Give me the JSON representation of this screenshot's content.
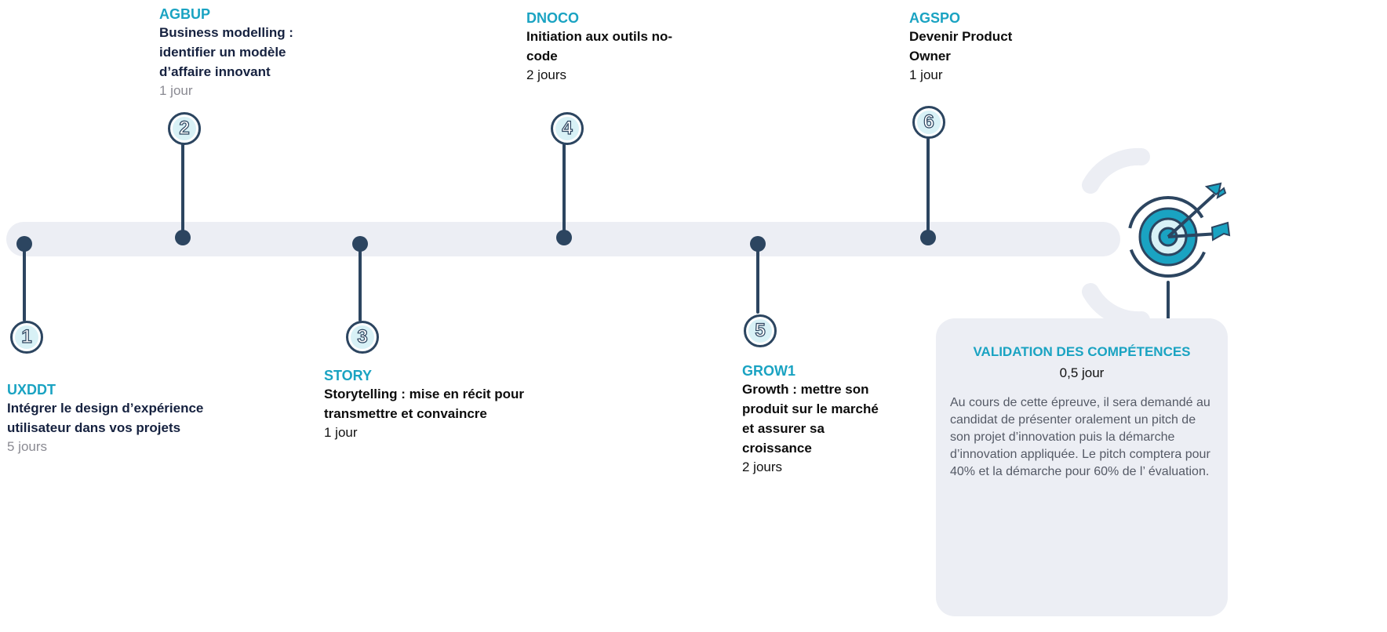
{
  "steps": [
    {
      "number": "1",
      "code": "UXDDT",
      "title": "Intégrer le design d’expérience utilisateur dans vos projets",
      "duration": "5 jours"
    },
    {
      "number": "2",
      "code": "AGBUP",
      "title": "Business modelling : identifier un modèle d’affaire innovant",
      "duration": "1 jour"
    },
    {
      "number": "3",
      "code": "STORY",
      "title": "Storytelling : mise en récit pour transmettre et convaincre",
      "duration": "1 jour"
    },
    {
      "number": "4",
      "code": "DNOCO",
      "title": "Initiation aux outils no-code",
      "duration": "2 jours"
    },
    {
      "number": "5",
      "code": "GROW1",
      "title": "Growth : mettre son produit sur le marché et assurer sa croissance",
      "duration": "2 jours"
    },
    {
      "number": "6",
      "code": "AGSPO",
      "title": "Devenir Product Owner",
      "duration": "1 jour"
    }
  ],
  "validation": {
    "title": "VALIDATION DES COMPÉTENCES",
    "duration": "0,5 jour",
    "description": "Au cours de cette épreuve, il sera demandé au candidat de présenter oralement un pitch de son projet d’innovation puis la démarche d’innovation appliquée. Le pitch comptera pour 40% et la démarche pour 60% de l’ évaluation."
  },
  "icons": [
    "target-icon"
  ],
  "colors": {
    "accent": "#1aa3c2",
    "navy": "#2c4560",
    "track": "#eceef4"
  }
}
